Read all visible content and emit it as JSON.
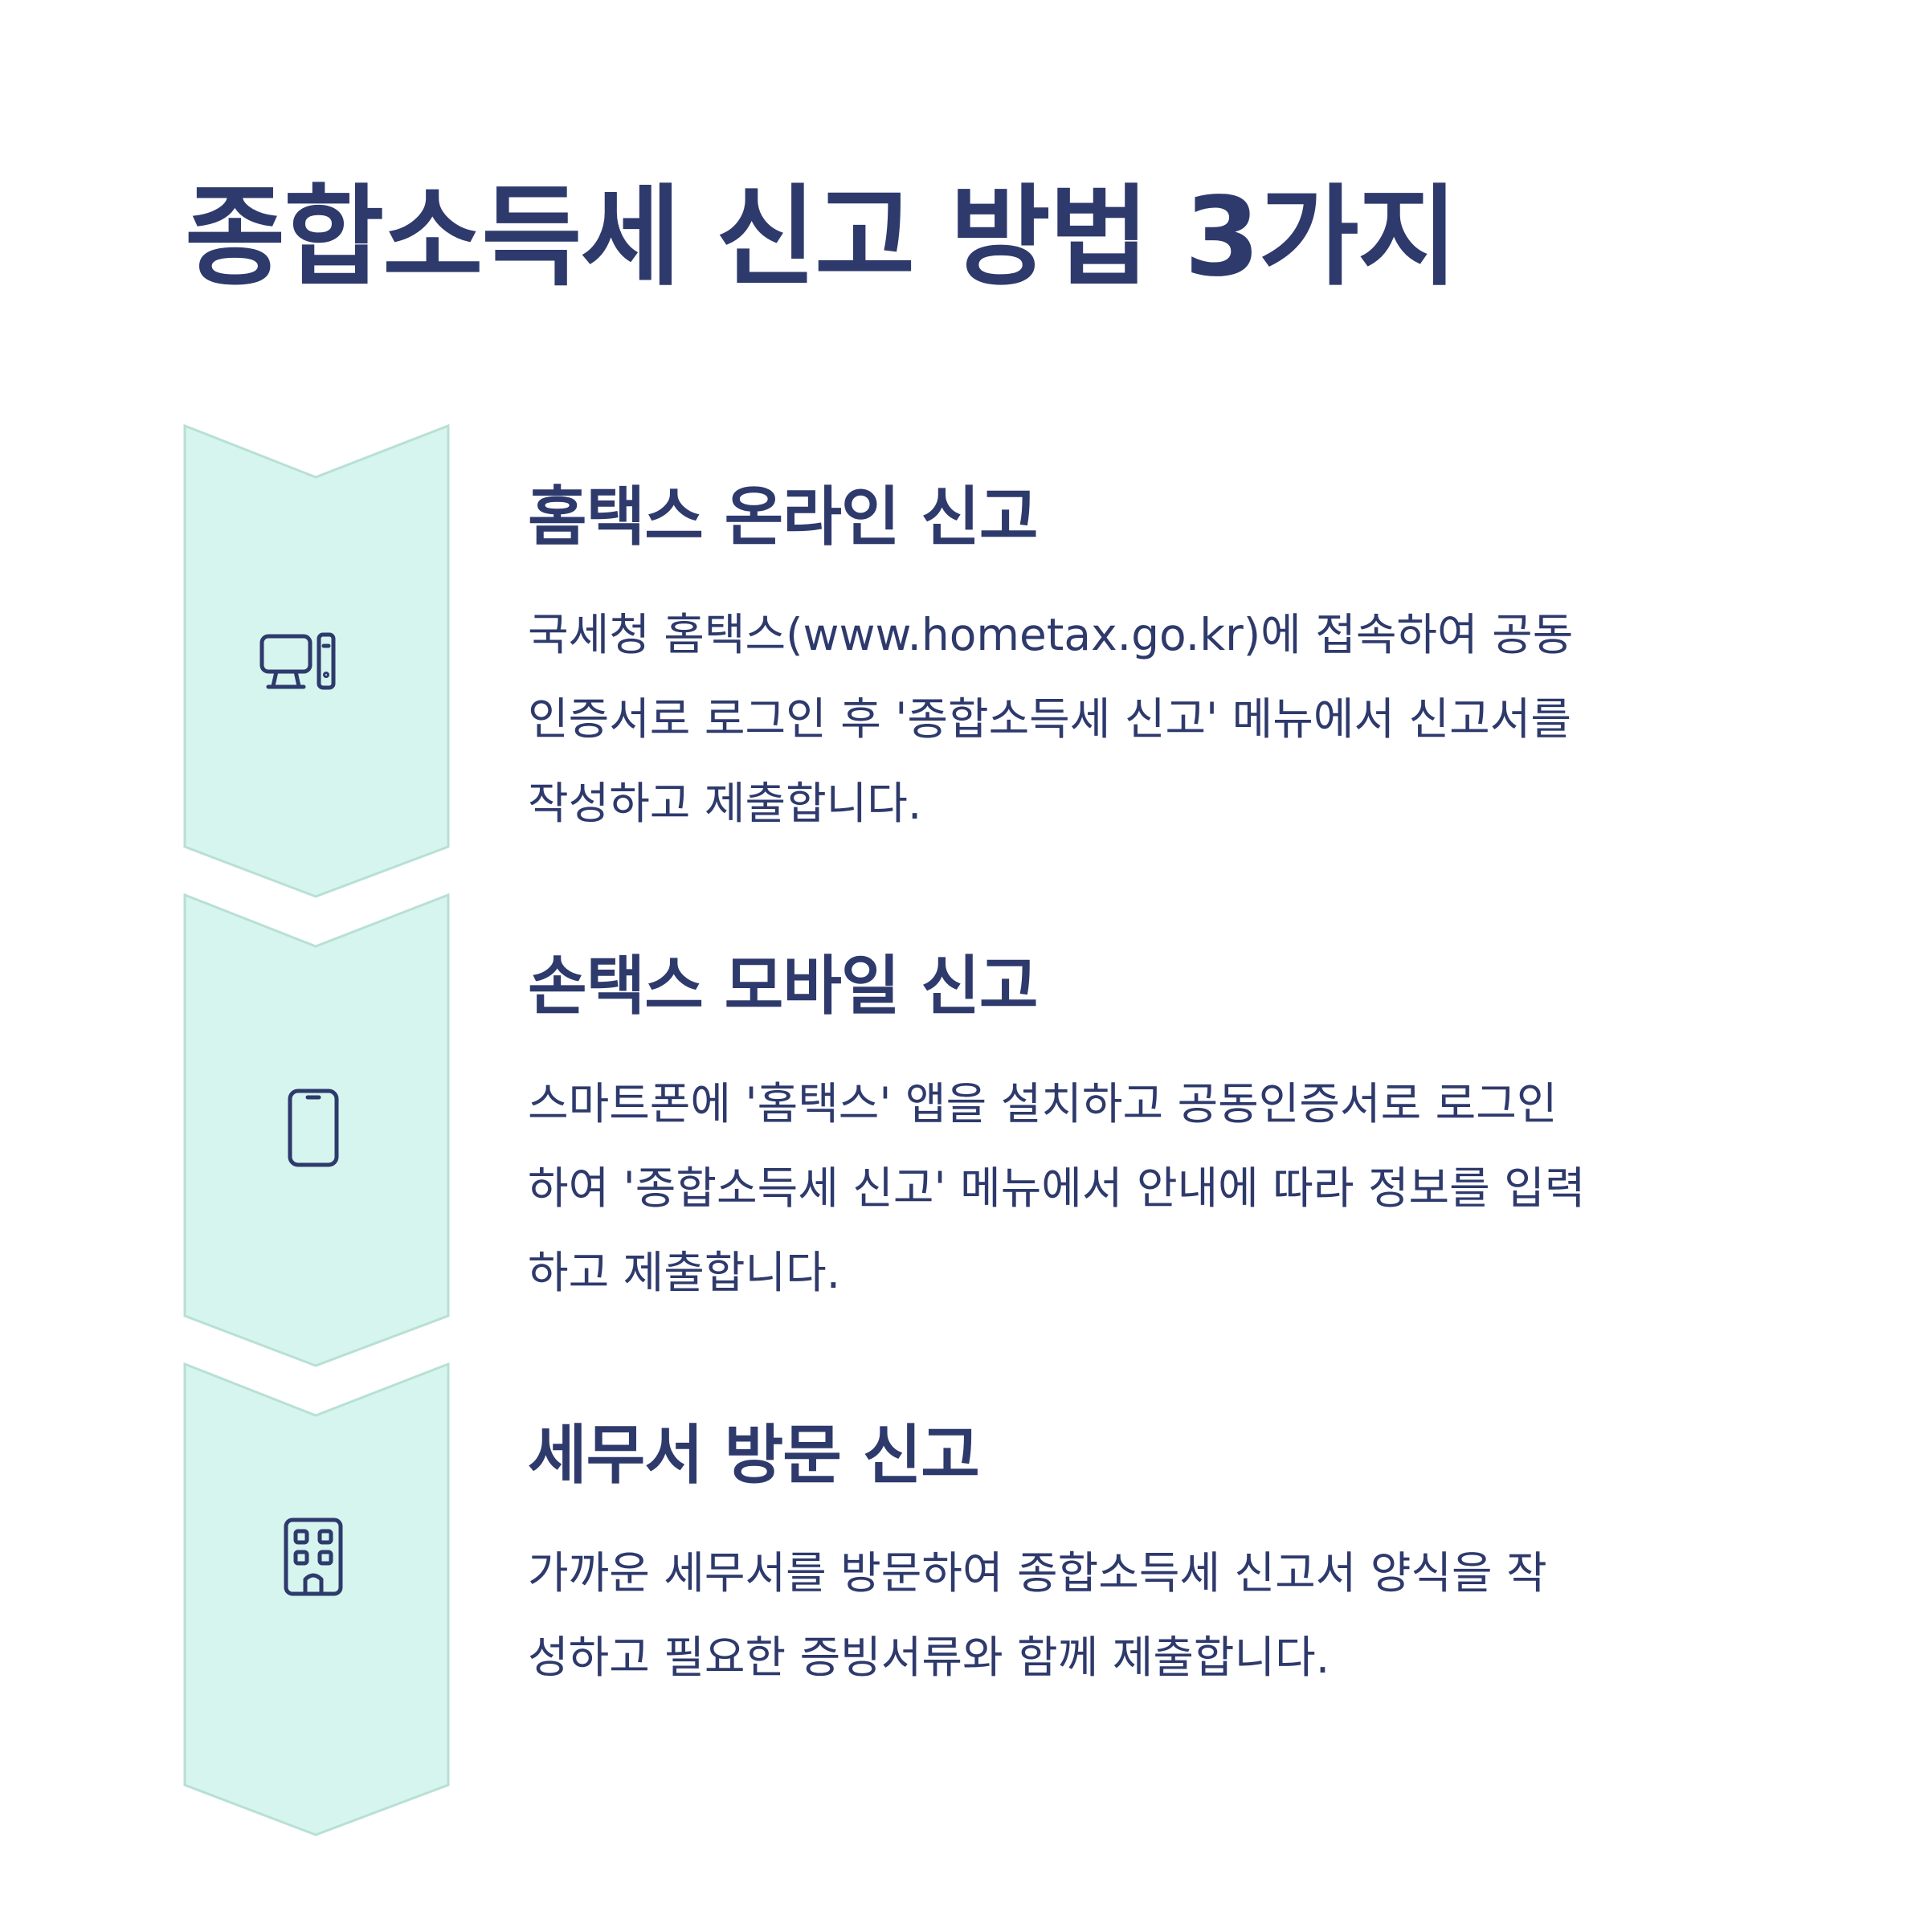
{
  "title": "종합소득세 신고 방법 3가지",
  "colors": {
    "primary_text": "#2e3a6c",
    "chevron_fill": "#d6f5ee",
    "chevron_stroke": "#b8e0d4",
    "background": "#ffffff"
  },
  "steps": [
    {
      "icon": "desktop-computer-icon",
      "title": "홈택스 온라인 신고",
      "lines": [
        "국세청 홈택스(www.hometax.go.kr)에 접속하여 공동",
        "인증서로 로그인 후 '종합소득세 신고' 메뉴에서 신고서를",
        "작성하고 제출합니다."
      ]
    },
    {
      "icon": "smartphone-icon",
      "title": "손택스 모바일 신고",
      "lines": [
        "스마트폰에 '홈택스' 앱을 설치하고 공동인증서로 로그인",
        "하여 '종합소득세 신고' 메뉴에서 안내에 따라 정보를 입력",
        "하고 제출합니다."
      ]
    },
    {
      "icon": "office-building-icon",
      "title": "세무서 방문 신고",
      "lines": [
        "가까운 세무서를 방문하여 종합소득세 신고서 양식을 작",
        "성하고 필요한 증빙서류와 함께 제출합니다."
      ]
    }
  ]
}
